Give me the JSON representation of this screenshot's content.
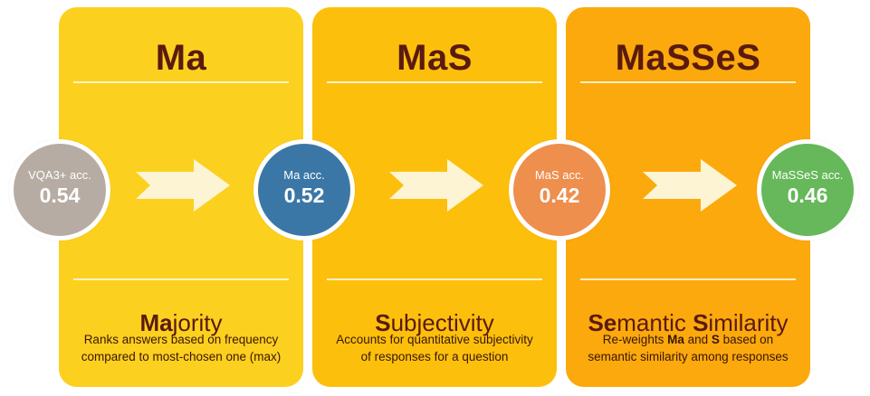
{
  "panels": {
    "ma": {
      "title": "Ma",
      "heading_bold": "Ma",
      "heading_rest": "jority",
      "desc_line1": "Ranks answers based on frequency",
      "desc_line2": "compared to most-chosen one (max)"
    },
    "mas": {
      "title": "MaS",
      "heading_bold": "S",
      "heading_rest": "ubjectivity",
      "desc_line1": "Accounts for quantitative subjectivity",
      "desc_line2": "of responses for a question"
    },
    "masses": {
      "title": "MaSSeS",
      "heading_bold1": "Se",
      "heading_mid": "mantic ",
      "heading_bold2": "S",
      "heading_rest": "imilarity",
      "desc_pre": "Re-weights ",
      "desc_b1": "Ma",
      "desc_mid": " and ",
      "desc_b2": "S",
      "desc_post": " based on",
      "desc_line2": "semantic similarity among responses"
    }
  },
  "circles": {
    "vqa": {
      "label": "VQA3+ acc.",
      "value": "0.54",
      "color": "#b7aca3"
    },
    "ma": {
      "label": "Ma acc.",
      "value": "0.52",
      "color": "#3b77a6"
    },
    "mas": {
      "label": "MaS acc.",
      "value": "0.42",
      "color": "#ee8f4e"
    },
    "masses": {
      "label": "MaSSeS acc.",
      "value": "0.46",
      "color": "#66b85a"
    }
  },
  "colors": {
    "panel_ma": "#fcd01e",
    "panel_mas": "#fcc00c",
    "panel_masses": "#fba90c",
    "title_text": "#5a1a0e",
    "arrow": "#fdf4d4"
  },
  "icons": {
    "arrow": "right-arrow-icon"
  }
}
